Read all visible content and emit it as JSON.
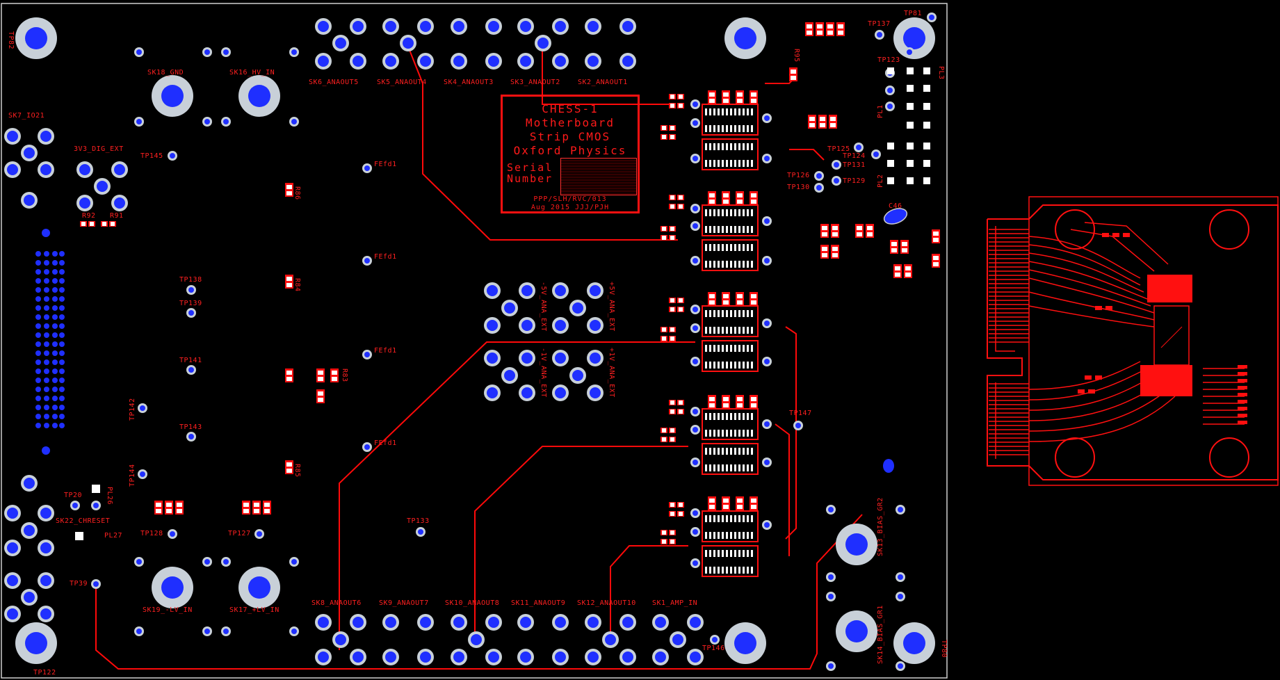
{
  "colors": {
    "background": "#000000",
    "copper": "#ff0000",
    "via": "#2233ff",
    "pad_ring": "#c8d0d8",
    "silk": "#ff2020"
  },
  "title_block": {
    "line1": "CHESS-1",
    "line2": "Motherboard",
    "line3": "Strip CMOS",
    "line4": "Oxford Physics",
    "serial_line1": "Serial",
    "serial_line2": "Number",
    "ref": "PPP/SLH/RVC/013",
    "date": "Aug 2015   JJJ/PJH"
  },
  "labels": {
    "sk18": "SK18_GND",
    "sk16": "SK16_HV_IN",
    "sk6": "SK6_ANAOUT5",
    "sk5": "SK5_ANAOUT4",
    "sk4": "SK4_ANAOUT3",
    "sk3": "SK3_ANAOUT2",
    "sk2": "SK2_ANAOUT1",
    "sk7": "SK7_IO21",
    "dig": "3V3_DIG_EXT",
    "tp145": "TP145",
    "r92": "R92",
    "r91": "R91",
    "tp138": "TP138",
    "tp139": "TP139",
    "tp141": "TP141",
    "tp142": "TP142",
    "tp143": "TP143",
    "tp144": "TP144",
    "tp20": "TP20",
    "pl26": "PL26",
    "sk22": "SK22_CHRESET",
    "pl27": "PL27",
    "tp128": "TP128",
    "tp127": "TP127",
    "tp39": "TP39",
    "sk19": "SK19_-LV_IN",
    "sk17": "SK17_+LV_IN",
    "tp122": "TP122",
    "sk8": "SK8_ANAOUT6",
    "sk9": "SK9_ANAOUT7",
    "sk10": "SK10_ANAOUT8",
    "sk11": "SK11_ANAOUT9",
    "sk12": "SK12_ANAOUT10",
    "sk1": "SK1_AMP_IN",
    "tp133": "TP133",
    "tp146": "TP146",
    "fid1": "FEfd1",
    "fid2": "FEfd1",
    "fid3": "FEfd1",
    "fid4": "FEfd1",
    "ana_m5": "-5V_ANA_EXT",
    "ana_p5": "+5V_ANA_EXT",
    "ana_m1": "-1V_ANA_EXT",
    "ana_p1": "+1V_ANA_EXT",
    "tp137": "TP137",
    "tp81": "TP81",
    "tp123": "TP123",
    "tp125": "TP125",
    "tp124": "TP124",
    "tp131": "TP131",
    "tp129": "TP129",
    "tp126": "TP126",
    "tp130": "TP130",
    "tp147": "TP147",
    "r95": "R95",
    "c46": "C46",
    "pl1": "PL1",
    "pl2": "PL2",
    "pl3": "PL3",
    "sk13": "SK13_BIAS_GR2",
    "sk14": "SK14_BIAS_GR1",
    "tp80": "TP80",
    "tp82": "TP82",
    "r86": "R86",
    "r84": "R84",
    "r83": "R83",
    "r85": "R85"
  }
}
